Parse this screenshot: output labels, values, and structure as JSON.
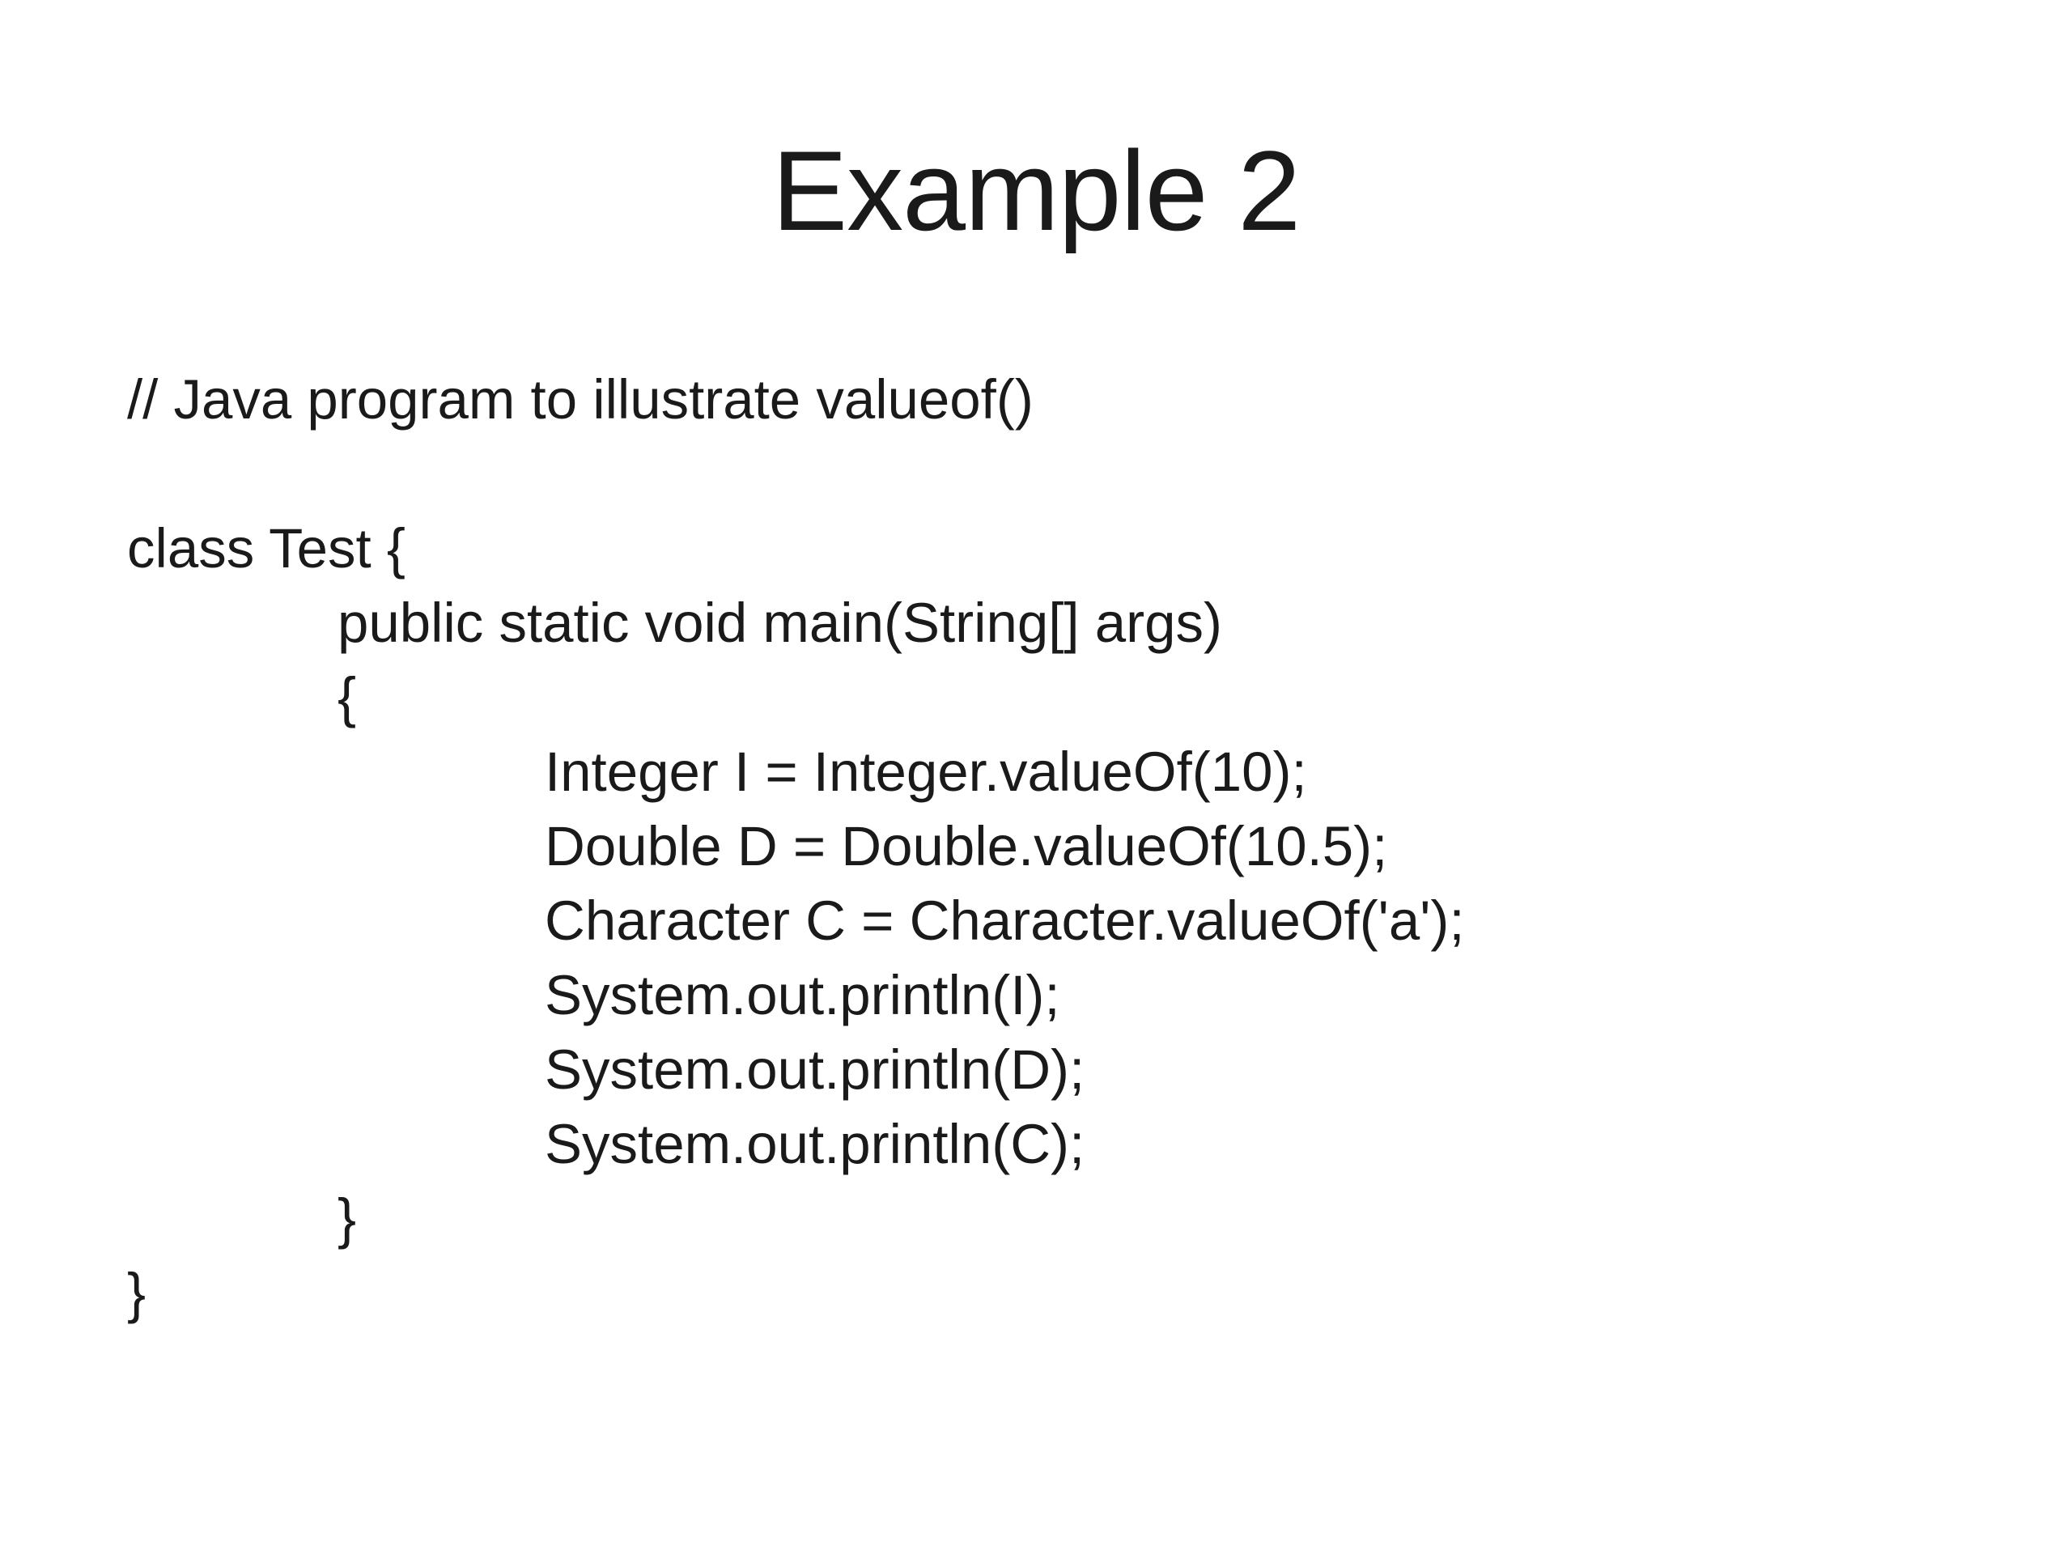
{
  "slide": {
    "title": "Example 2",
    "code": {
      "language": "java",
      "lines": [
        {
          "indent": 0,
          "text": "// Java program to illustrate valueof()"
        },
        {
          "indent": 0,
          "text": ""
        },
        {
          "indent": 0,
          "text": "class Test {"
        },
        {
          "indent": 1,
          "text": "public static void main(String[] args)"
        },
        {
          "indent": 1,
          "text": "{"
        },
        {
          "indent": 2,
          "text": "Integer I = Integer.valueOf(10);"
        },
        {
          "indent": 2,
          "text": "Double D = Double.valueOf(10.5);"
        },
        {
          "indent": 2,
          "text": "Character C = Character.valueOf('a');"
        },
        {
          "indent": 2,
          "text": "System.out.println(I);"
        },
        {
          "indent": 2,
          "text": "System.out.println(D);"
        },
        {
          "indent": 2,
          "text": "System.out.println(C);"
        },
        {
          "indent": 1,
          "text": "}"
        },
        {
          "indent": 0,
          "text": "}"
        }
      ]
    }
  },
  "colors": {
    "background": "#ffffff",
    "text": "#1a1a1a"
  }
}
